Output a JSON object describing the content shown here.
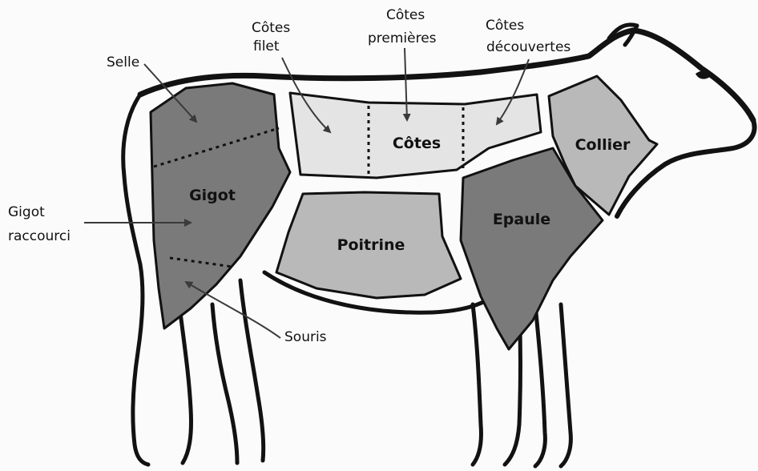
{
  "colors": {
    "dark_cut": "#7a7a7a",
    "medium_cut": "#b9b9b9",
    "light_cut": "#e4e4e4",
    "outline": "#121212",
    "background": "#fbfbfb"
  },
  "cuts": {
    "gigot": "Gigot",
    "cotes": "Côtes",
    "collier": "Collier",
    "poitrine": "Poitrine",
    "epaule": "Epaule"
  },
  "callouts": {
    "selle": "Selle",
    "cotes_filet_1": "Côtes",
    "cotes_filet_2": "filet",
    "cotes_premieres_1": "Côtes",
    "cotes_premieres_2": "premières",
    "cotes_decouvertes_1": "Côtes",
    "cotes_decouvertes_2": "découvertes",
    "gigot_raccourci_1": "Gigot",
    "gigot_raccourci_2": "raccourci",
    "souris": "Souris"
  }
}
